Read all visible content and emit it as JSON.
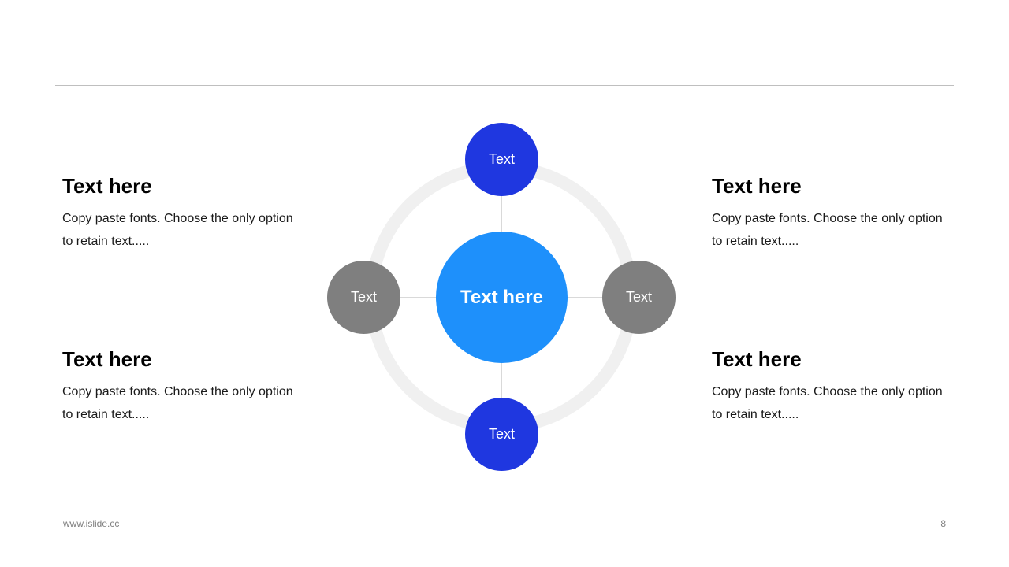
{
  "blocks": {
    "top_left": {
      "heading": "Text here",
      "body_line1": "Copy paste fonts. Choose the only option",
      "body_line2": "to retain text....."
    },
    "top_right": {
      "heading": "Text here",
      "body_line1": "Copy paste fonts. Choose the only option",
      "body_line2": "to retain text....."
    },
    "bottom_left": {
      "heading": "Text here",
      "body_line1": "Copy paste fonts. Choose the only option",
      "body_line2": "to retain text....."
    },
    "bottom_right": {
      "heading": "Text here",
      "body_line1": "Copy paste fonts. Choose the only option",
      "body_line2": "to retain text....."
    }
  },
  "diagram": {
    "center_label": "Text here",
    "top_label": "Text",
    "bottom_label": "Text",
    "left_label": "Text",
    "right_label": "Text",
    "colors": {
      "center": "#1e90fb",
      "vertical_nodes": "#1f37e0",
      "horizontal_nodes": "#7f7f7f",
      "ring": "#f0f0f0"
    }
  },
  "footer": {
    "url": "www.islide.cc",
    "page_number": "8"
  }
}
